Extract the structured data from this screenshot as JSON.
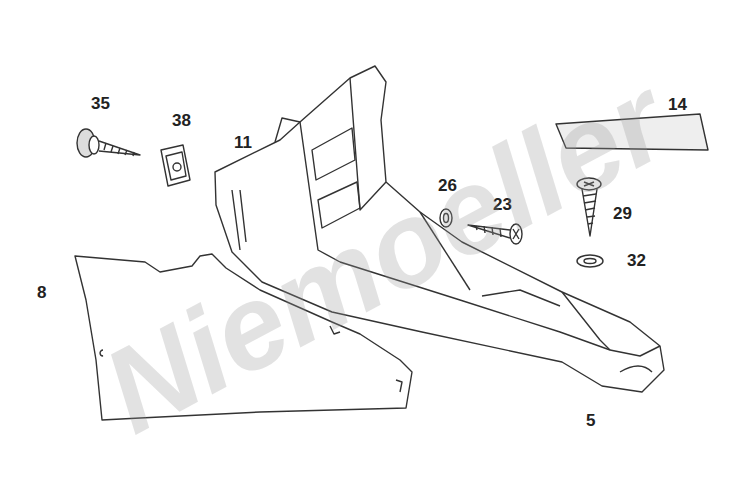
{
  "diagram": {
    "labels": [
      "35",
      "38",
      "11",
      "26",
      "23",
      "14",
      "29",
      "32",
      "8",
      "5",
      "Niemoeller"
    ]
  }
}
